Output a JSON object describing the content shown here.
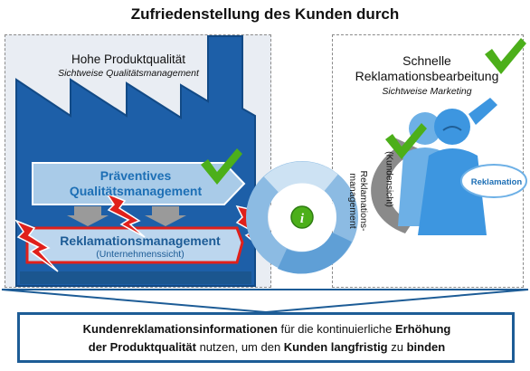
{
  "title": "Zufriedenstellung des Kunden durch",
  "left": {
    "heading": "Hohe Produktqualität",
    "subheading": "Sichtweise Qualitätsmanagement",
    "preventive_label_line1": "Präventives",
    "preventive_label_line2": "Qualitätsmanagement",
    "complaint_title": "Reklamationsmanagement",
    "complaint_sub": "(Unternehmenssicht)"
  },
  "right": {
    "heading_line1": "Schnelle",
    "heading_line2": "Reklamationsbearbeitung",
    "subheading": "Sichtweise Marketing",
    "vertical_line1": "Reklamations-",
    "vertical_line2": "management",
    "vertical_sub": "(Kundensicht)",
    "bubble": "Reklamation"
  },
  "bottom": {
    "p1": "Kundenreklamationsinformationen",
    "p2": " für die kontinuierliche ",
    "p3": "Erhöhung",
    "p4": "der Produktqualität",
    "p5": " nutzen, um den ",
    "p6": "Kunden langfristig",
    "p7": " zu ",
    "p8": "binden"
  },
  "icons": {
    "check": "check-icon",
    "lightning": "lightning-icon",
    "info": "info-icon",
    "factory": "factory-icon",
    "cycle": "cycle-arrows-icon",
    "people": "people-icon"
  },
  "colors": {
    "factory_blue": "#1d5fa8",
    "light_blue": "#a9cbe8",
    "red": "#e0201b",
    "green": "#4caf1a",
    "dark_blue_text": "#1d5c96"
  }
}
